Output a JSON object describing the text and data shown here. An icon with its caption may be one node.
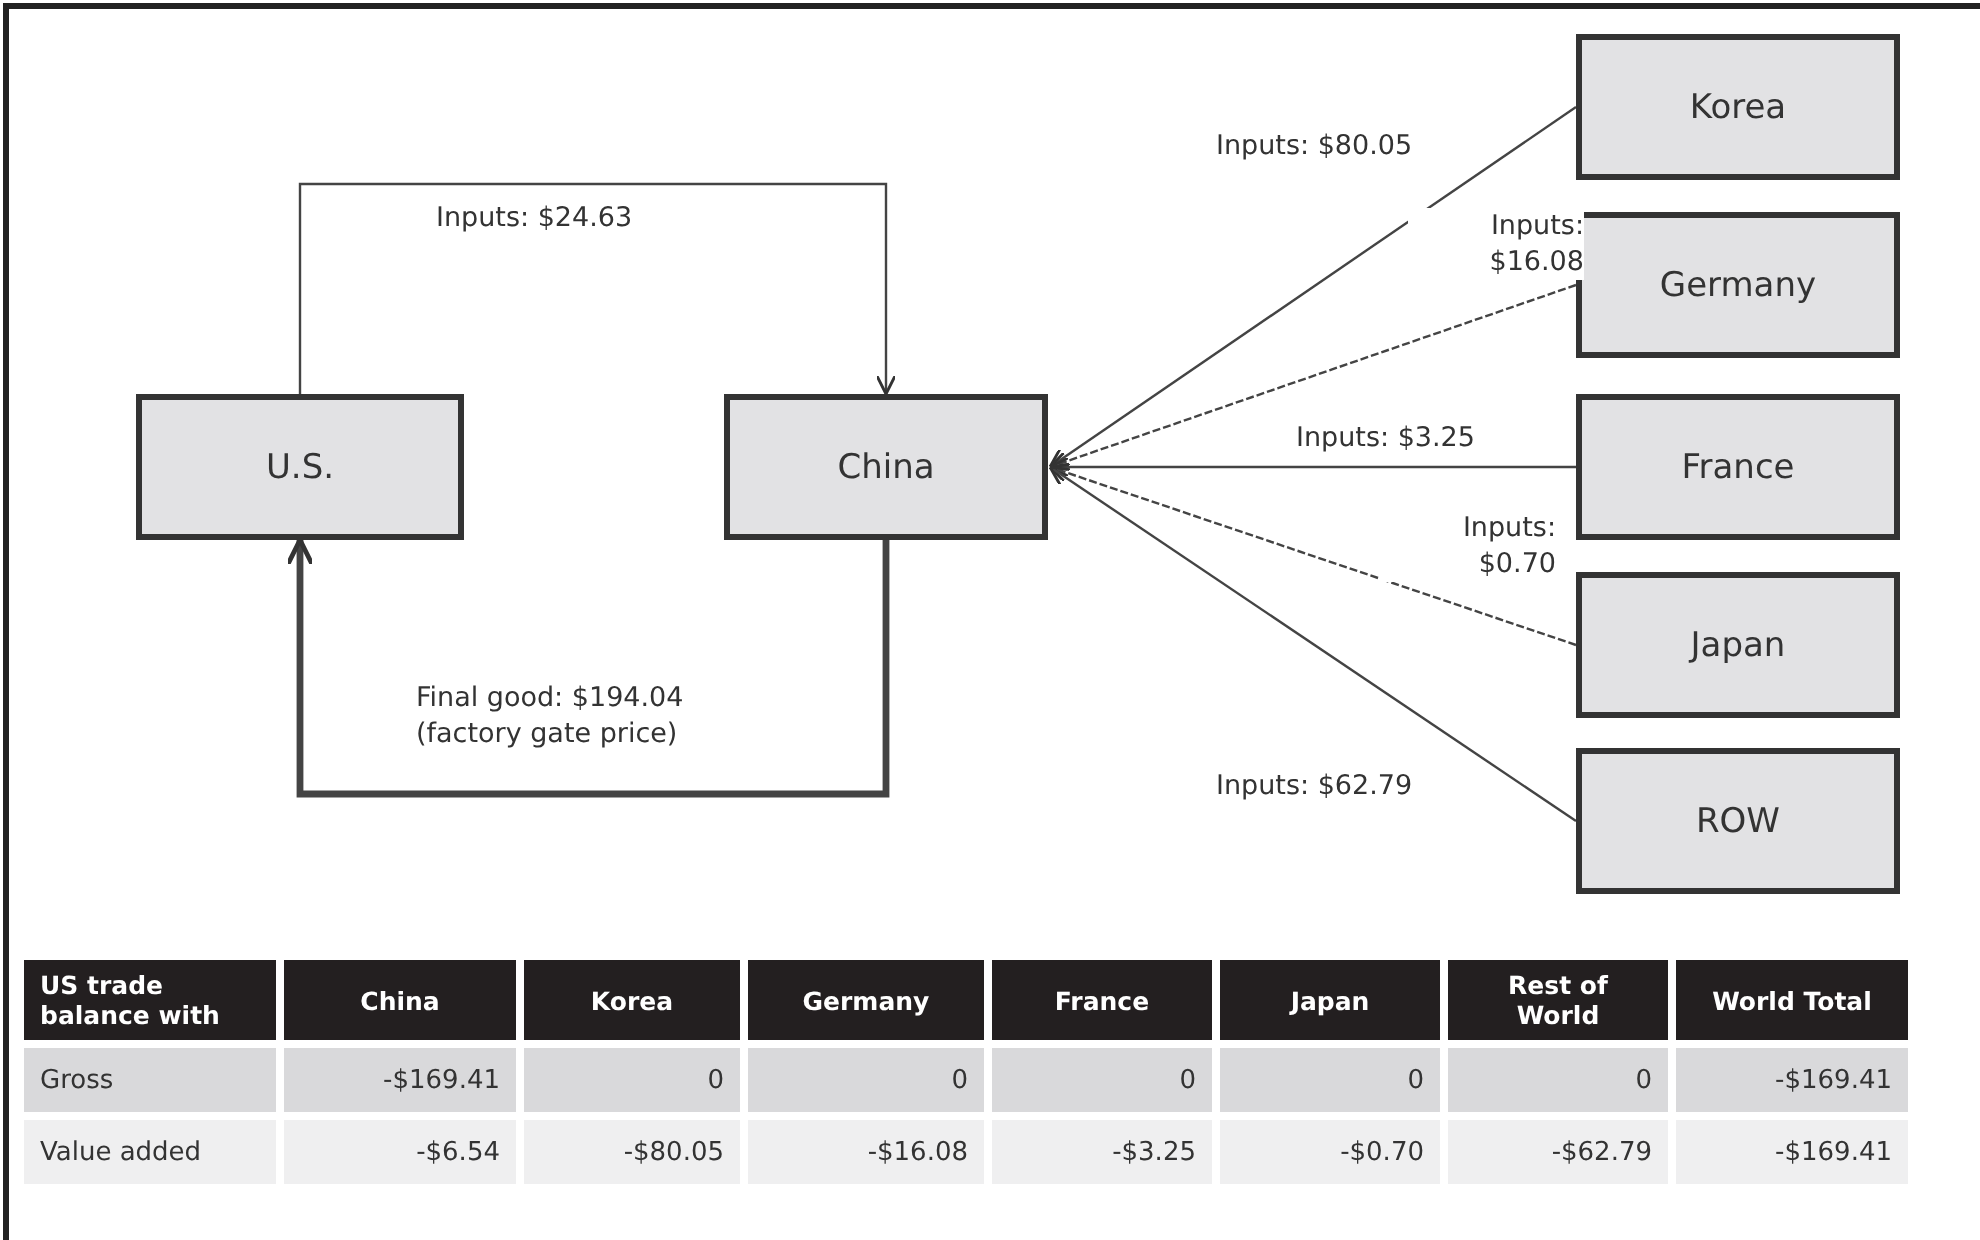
{
  "diagram": {
    "nodes": [
      {
        "text": [
          "U.S."
        ]
      },
      {
        "text": [
          "China"
        ]
      },
      {
        "text": [
          "Korea"
        ]
      },
      {
        "text": [
          "Germany"
        ]
      },
      {
        "text": [
          "France"
        ]
      },
      {
        "text": [
          "Japan"
        ]
      },
      {
        "text": [
          "ROW"
        ]
      }
    ],
    "edges": [
      {
        "from": 0,
        "to": 1,
        "arrow": "to",
        "label": "Inputs: $24.63"
      },
      {
        "from": 1,
        "to": 0,
        "arrow": "to",
        "label": "Final good: $194.04 (factory gate price)",
        "style": "thick"
      },
      {
        "from": 2,
        "to": 1,
        "arrow": "to",
        "label": "Inputs: $80.05"
      },
      {
        "from": 3,
        "to": 1,
        "arrow": "to",
        "label": "Inputs: $16.08",
        "style": "dashed"
      },
      {
        "from": 4,
        "to": 1,
        "arrow": "to",
        "label": "Inputs: $3.25"
      },
      {
        "from": 5,
        "to": 1,
        "arrow": "to",
        "label": "Inputs: $0.70",
        "style": "dashed"
      },
      {
        "from": 6,
        "to": 1,
        "arrow": "to",
        "label": "Inputs: $62.79"
      }
    ],
    "labels": [
      "US trade balance with",
      "China",
      "Korea",
      "Germany",
      "France",
      "Japan",
      "Rest of World",
      "World Total",
      "Gross",
      "-$169.41",
      "0",
      "0",
      "0",
      "0",
      "0",
      "-$169.41",
      "Value added",
      "-$6.54",
      "-$80.05",
      "-$16.08",
      "-$3.25",
      "-$0.70",
      "-$62.79",
      "-$169.41"
    ]
  }
}
